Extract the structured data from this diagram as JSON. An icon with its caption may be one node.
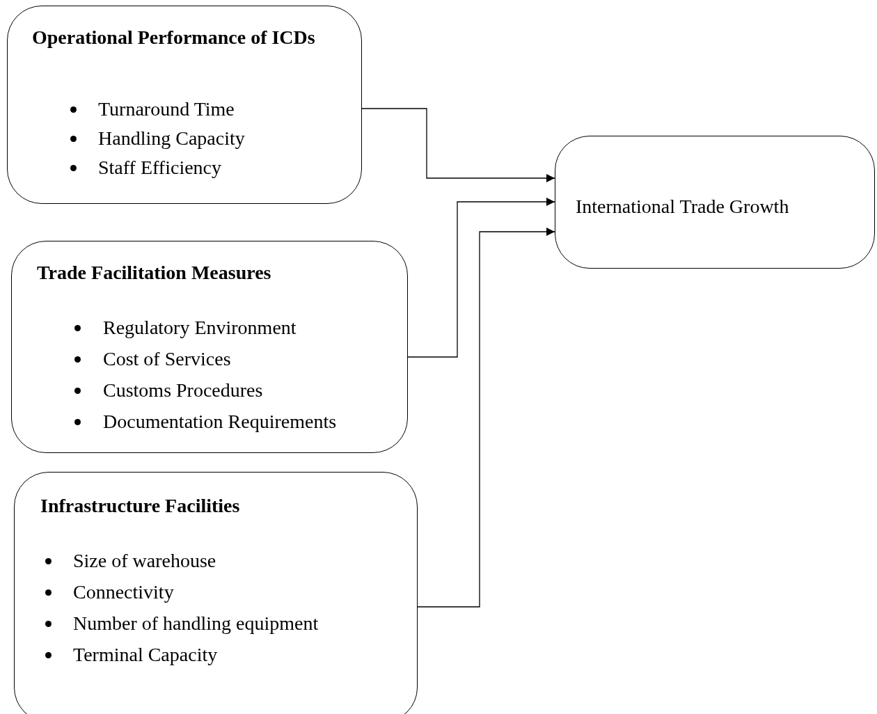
{
  "diagram": {
    "nodes": [
      {
        "text": [
          "Operational Performance of ICDs",
          "Turnaround Time",
          "Handling Capacity",
          "Staff Efficiency"
        ]
      },
      {
        "text": [
          "Trade Facilitation Measures",
          "Regulatory Environment",
          "Cost of Services",
          "Customs Procedures",
          "Documentation Requirements"
        ]
      },
      {
        "text": [
          "Infrastructure Facilities",
          "Size of warehouse",
          "Connectivity",
          "Number of handling equipment",
          "Terminal Capacity"
        ]
      },
      {
        "text": [
          "International Trade Growth"
        ]
      }
    ],
    "edges": [
      {
        "from": 0,
        "to": 3,
        "arrow": "to"
      },
      {
        "from": 1,
        "to": 3,
        "arrow": "to"
      },
      {
        "from": 2,
        "to": 3,
        "arrow": "to"
      }
    ]
  }
}
